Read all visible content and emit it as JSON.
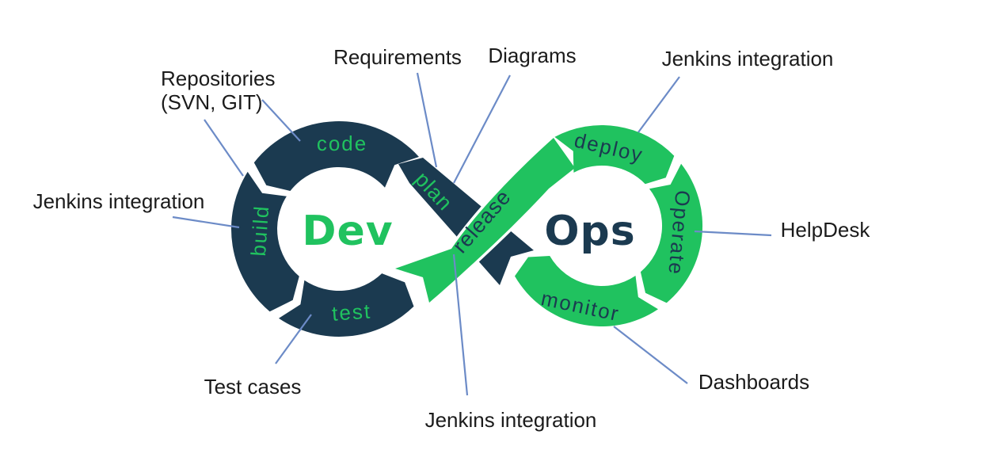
{
  "diagram": {
    "dev_label": "Dev",
    "ops_label": "Ops",
    "segments": {
      "plan": "plan",
      "code": "code",
      "build": "build",
      "test": "test",
      "release": "release",
      "deploy": "deploy",
      "operate": "Operate",
      "monitor": "monitor"
    },
    "colors": {
      "navy": "#1b3a50",
      "green": "#20c25f",
      "connector": "#6c8bc7",
      "text": "#1b1b1b"
    }
  },
  "annotations": {
    "repositories_line1": "Repositories",
    "repositories_line2": "(SVN, GIT)",
    "requirements": "Requirements",
    "diagrams": "Diagrams",
    "jenkins_top": "Jenkins integration",
    "jenkins_left": "Jenkins integration",
    "jenkins_bottom": "Jenkins integration",
    "helpdesk": "HelpDesk",
    "test_cases": "Test cases",
    "dashboards": "Dashboards"
  }
}
